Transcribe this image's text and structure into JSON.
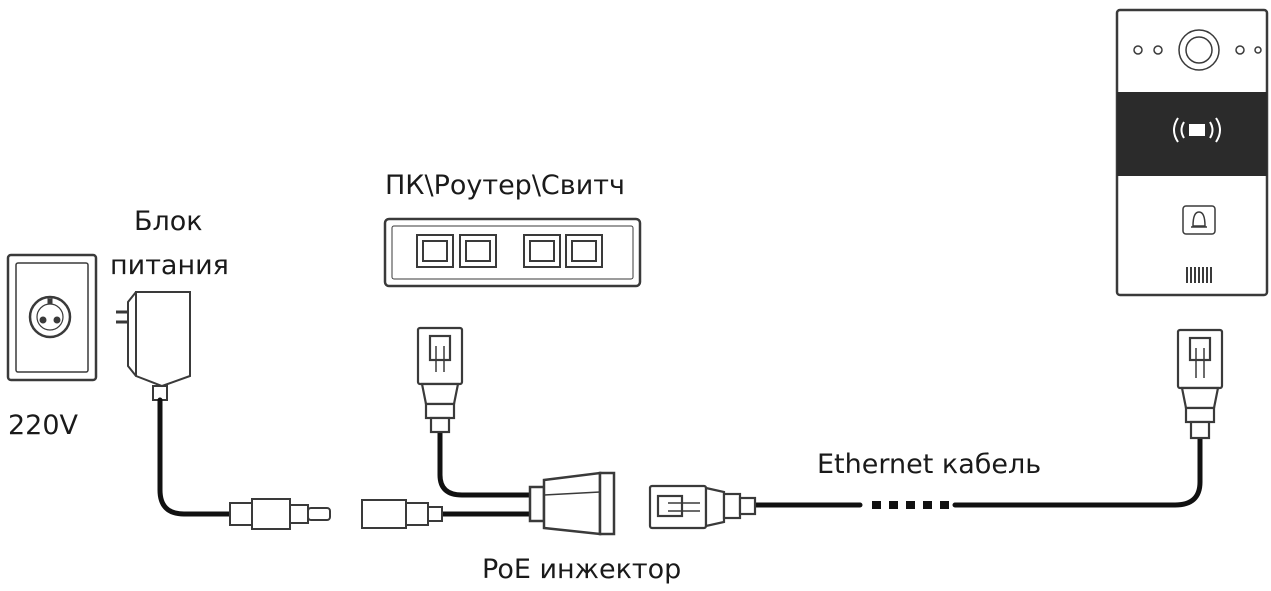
{
  "labels": {
    "voltage": "220V",
    "psu_line1": "Блок",
    "psu_line2": "питания",
    "switch": "ПК\\Роутер\\Свитч",
    "injector": "PoE инжектор",
    "cable": "Ethernet кабель"
  },
  "colors": {
    "stroke": "#3a3a3a",
    "cable": "#111111",
    "panel_band": "#2b2b2b",
    "text": "#1a1a1a"
  },
  "icons": [
    "power-outlet-icon",
    "power-adapter-icon",
    "network-switch-icon",
    "rj45-plug-icon",
    "poe-injector-icon",
    "intercom-panel-icon",
    "rfid-icon",
    "bell-icon"
  ]
}
